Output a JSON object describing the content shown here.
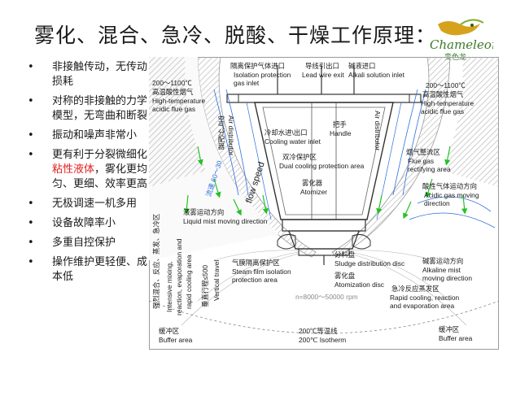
{
  "title": "雾化、混合、急冷、脱酸、干燥工作原理：",
  "logo": {
    "text": "Chameleon",
    "subtext": "变色龙"
  },
  "bullets": [
    {
      "text": "非接触传动，无传动损耗"
    },
    {
      "text": "对称的非接触的力学模型，无弯曲和断裂"
    },
    {
      "text": "振动和噪声非常小"
    },
    {
      "text_before": "更有利于分裂微细化",
      "highlight": "粘性液体",
      "text_after": "，雾化更均匀、更细、效率更高"
    },
    {
      "text": "无极调速一机多用"
    },
    {
      "text": "设备故障率小"
    },
    {
      "text": "多重自控保护"
    },
    {
      "text": "操作维护更轻便、成本低"
    }
  ],
  "diagram": {
    "isolation_cn": "隔离保护气体进口",
    "isolation_en1": "Isolation protection",
    "isolation_en2": "gas inlet",
    "lead_cn": "导线引出口",
    "lead_en": "Lead wire exit",
    "alkali_cn": "碱液进口",
    "alkali_en": "Alkali solution inlet",
    "left_temp_cn1": "200～1100℃",
    "left_temp_cn2": "高温酸性烟气",
    "left_temp_en1": "High-temperature",
    "left_temp_en2": "acidic flue gas",
    "right_temp_cn1": "200～1100℃",
    "right_temp_cn2": "高温酸性烟气",
    "right_temp_en1": "High-temperature",
    "right_temp_en2": "acidic flue gas",
    "air_dist_cn": "空气分配器",
    "air_dist_en": "Air distributor",
    "air_dist_right_en": "Air distributor",
    "cooling_cn": "冷却水进\\出口",
    "cooling_en": "Cooling water inlet",
    "handle_cn": "把手",
    "handle_en": "Handle",
    "dual_cn": "双冷保护区",
    "dual_en": "Dual cooling protection area",
    "atomizer_cn": "雾化器",
    "atomizer_en": "Atomizer",
    "flue_rect_cn": "烟气整流区",
    "flue_rect_en1": "Flue gas",
    "flue_rect_en2": "rectifying area",
    "acidic_move_cn": "酸性气体运动方向",
    "acidic_move_en1": "Acidic gas moving",
    "acidic_move_en2": "direction",
    "flow_speed": "flow speed",
    "speed_value": "流速 60～30",
    "liquid_mist_cn": "液雾运动方向",
    "liquid_mist_en": "Liquid mist moving direction",
    "steam_cn": "气膜隔离保护区",
    "steam_en1": "Steam film isolation",
    "steam_en2": "protection area",
    "sludge_cn": "分料盘",
    "sludge_en": "Sludge distribution disc",
    "atom_disc_cn": "雾化盘",
    "atom_disc_en": "Atomization disc",
    "rpm": "n=8000～50000 rpm",
    "alk_mist_cn": "碱雾运动方向",
    "alk_mist_en1": "Alkaline mist",
    "alk_mist_en2": "moving direction",
    "rapid_cn": "急冷反应蒸发区",
    "rapid_en1": "Rapid cooling, reaction",
    "rapid_en2": "and evaporation area",
    "mixing_cn": "强烈混合、反应、蒸发、急冷区",
    "mixing_en1": "Intensive mixing,",
    "mixing_en2": "reaction, evaporation and",
    "mixing_en3": "rapid cooling area",
    "vertical_cn": "垂直行程≤500",
    "vertical_en": "Vertical travel",
    "buffer_left_cn": "缓冲区",
    "buffer_left_en": "Buffer area",
    "buffer_right_cn": "缓冲区",
    "buffer_right_en": "Buffer area",
    "isotherm_cn": "200℃等温线",
    "isotherm_en": "200℃ Isotherm"
  },
  "colors": {
    "accent_red": "#e02020",
    "arrow_green": "#22c222",
    "line_blue": "#2a6fdb",
    "wall_hatch": "#c8c8c8"
  }
}
